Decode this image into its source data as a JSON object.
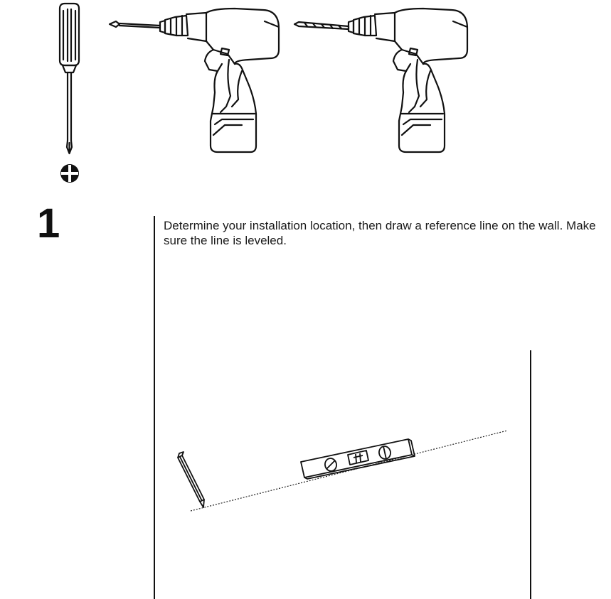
{
  "step": {
    "number": "1",
    "instruction": "Determine your installation location, then draw a reference line on the wall. Make sure the line is leveled."
  },
  "tools": [
    {
      "name": "phillips-screwdriver"
    },
    {
      "name": "power-drill-with-screwdriver-bit"
    },
    {
      "name": "power-drill-with-drill-bit"
    }
  ],
  "icons": {
    "phillips-symbol": "phillips-head-icon"
  },
  "illustration": {
    "items": [
      "pencil",
      "spirit-level",
      "reference-line",
      "wall-edges"
    ]
  }
}
